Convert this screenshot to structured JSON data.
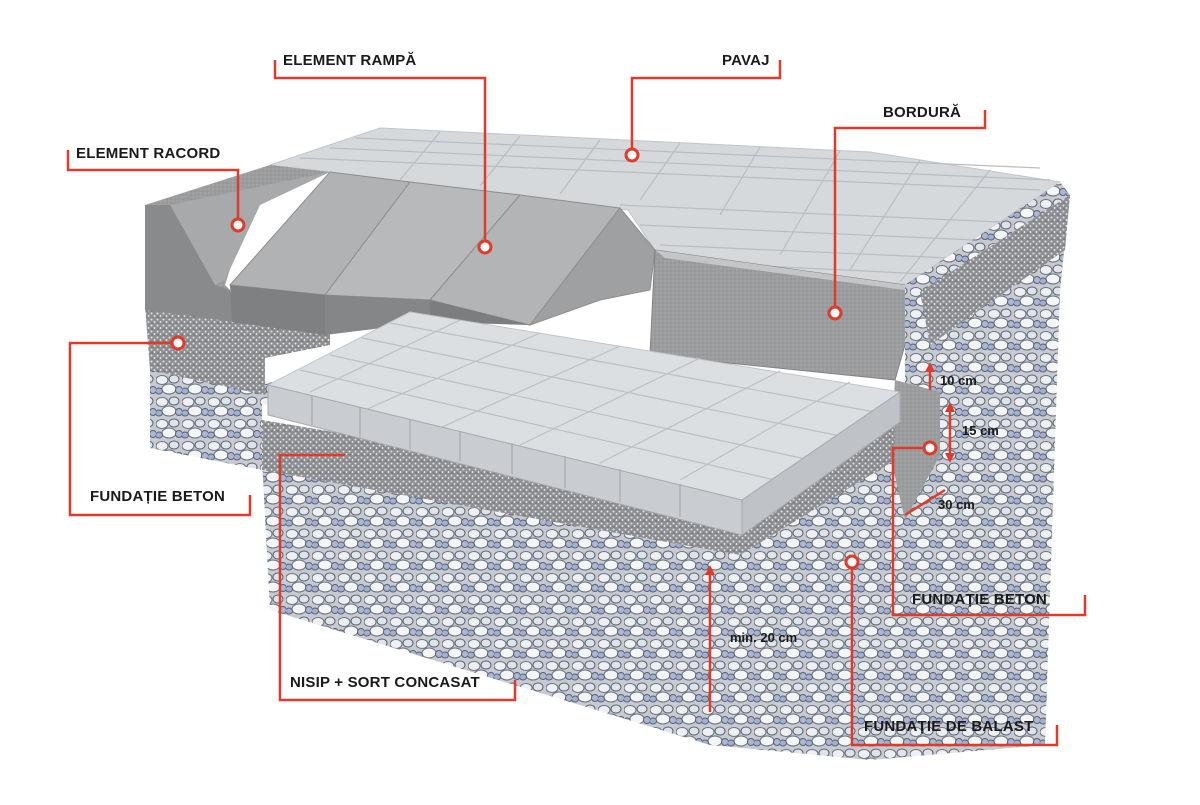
{
  "labels": {
    "element_rampa": "ELEMENT RAMPĂ",
    "pavaj": "PAVAJ",
    "bordura": "BORDURĂ",
    "element_racord": "ELEMENT RACORD",
    "fundatie_beton_left": "FUNDAȚIE BETON",
    "fundatie_beton_right": "FUNDAȚIE BETON",
    "nisip_sort": "NISIP + SORT CONCASAT",
    "fundatie_balast": "FUNDAȚIE DE BALAST"
  },
  "dimensions": {
    "d10": "10 cm",
    "d15": "15 cm",
    "d30": "30 cm",
    "min20": "min. 20 cm"
  },
  "colors": {
    "leader": "#e03a2a",
    "paver": "#d9dcdf",
    "concrete": "#9a9b9c",
    "gravel": "#b9bcc2"
  }
}
